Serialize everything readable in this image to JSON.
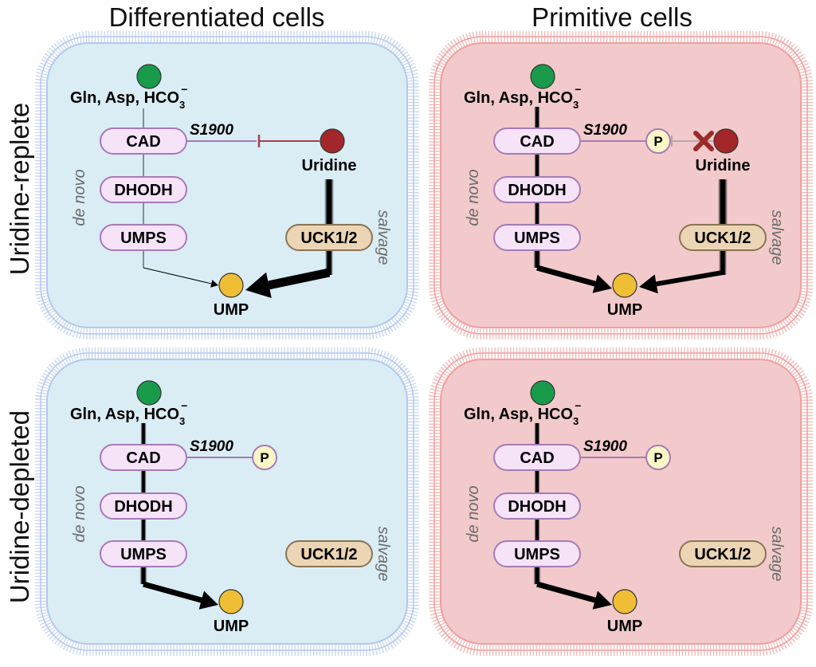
{
  "columns": [
    "Differentiated cells",
    "Primitive cells"
  ],
  "rows": [
    "Uridine-replete",
    "Uridine-depleted"
  ],
  "labels": {
    "substrates": "Gln, Asp, HCO",
    "substrate_sub": "3",
    "substrate_sup": "−",
    "cad": "CAD",
    "dhodh": "DHODH",
    "umps": "UMPS",
    "uck": "UCK1/2",
    "uridine": "Uridine",
    "ump": "UMP",
    "site": "S1900",
    "phospho": "P",
    "de_novo": "de novo",
    "salvage": "salvage"
  },
  "colors": {
    "differentiated_fill": "#daedf4",
    "differentiated_membrane": "#b4c8ec",
    "primitive_fill": "#f2cacb",
    "primitive_membrane": "#ef9f9f",
    "enzyme_fill": "#f6e3f8",
    "enzyme_stroke": "#a67bb8",
    "uck_fill": "#ecd5b4",
    "uck_stroke": "#8a7456",
    "substrate_dot": "#1a9a4b",
    "uridine_dot": "#a3272a",
    "ump_dot": "#efbe35",
    "phospho_fill": "#fbf6c6",
    "inhibit": "#a3424a",
    "block_x": "#9b2a2a"
  },
  "panels": [
    {
      "column": "Differentiated cells",
      "row": "Uridine-replete",
      "de_novo_flux": "low",
      "salvage_flux": "high",
      "cad_phosphorylated": false,
      "uridine_present": true,
      "uridine_inhibits_cad": true
    },
    {
      "column": "Primitive cells",
      "row": "Uridine-replete",
      "de_novo_flux": "high",
      "salvage_flux": "high",
      "cad_phosphorylated": true,
      "uridine_present": true,
      "uridine_inhibits_cad": false
    },
    {
      "column": "Differentiated cells",
      "row": "Uridine-depleted",
      "de_novo_flux": "high",
      "salvage_flux": "none",
      "cad_phosphorylated": true,
      "uridine_present": false,
      "uridine_inhibits_cad": false
    },
    {
      "column": "Primitive cells",
      "row": "Uridine-depleted",
      "de_novo_flux": "high",
      "salvage_flux": "none",
      "cad_phosphorylated": true,
      "uridine_present": false,
      "uridine_inhibits_cad": false
    }
  ]
}
